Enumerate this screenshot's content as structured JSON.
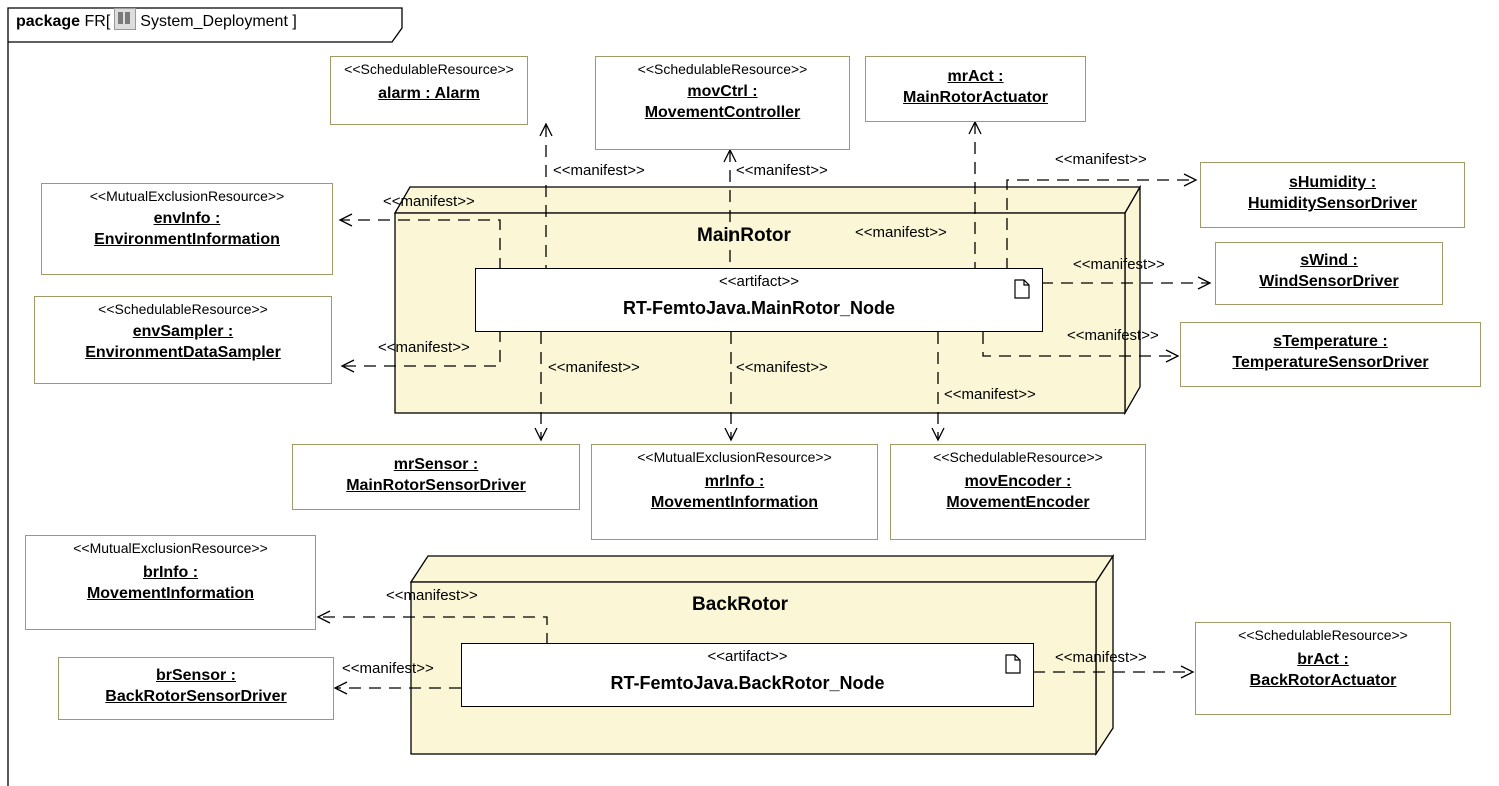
{
  "package": {
    "keyword": "package",
    "prefix": "FR[",
    "name": "System_Deployment ]",
    "icon": "deployment-diagram-icon"
  },
  "nodes": {
    "main": {
      "title": "MainRotor"
    },
    "back": {
      "title": "BackRotor"
    }
  },
  "artifacts": {
    "main": {
      "stereotype": "<<artifact>>",
      "name": "RT-FemtoJava.MainRotor_Node"
    },
    "back": {
      "stereotype": "<<artifact>>",
      "name": "RT-FemtoJava.BackRotor_Node"
    }
  },
  "instances": {
    "alarm": {
      "stereotype": "<<SchedulableResource>>",
      "line1": "alarm : Alarm",
      "line2": ""
    },
    "movCtrl": {
      "stereotype": "<<SchedulableResource>>",
      "line1": "movCtrl :",
      "line2": "MovementController"
    },
    "mrAct": {
      "stereotype": "",
      "line1": "mrAct :",
      "line2": "MainRotorActuator"
    },
    "envInfo": {
      "stereotype": "<<MutualExclusionResource>>",
      "line1": "envInfo :",
      "line2": "EnvironmentInformation"
    },
    "envSampler": {
      "stereotype": "<<SchedulableResource>>",
      "line1": "envSampler :",
      "line2": "EnvironmentDataSampler"
    },
    "sHumidity": {
      "stereotype": "",
      "line1": "sHumidity :",
      "line2": "HumiditySensorDriver"
    },
    "sWind": {
      "stereotype": "",
      "line1": "sWind :",
      "line2": "WindSensorDriver"
    },
    "sTemperature": {
      "stereotype": "",
      "line1": "sTemperature :",
      "line2": "TemperatureSensorDriver"
    },
    "mrSensor": {
      "stereotype": "",
      "line1": "mrSensor :",
      "line2": "MainRotorSensorDriver"
    },
    "mrInfo": {
      "stereotype": "<<MutualExclusionResource>>",
      "line1": "mrInfo :",
      "line2": "MovementInformation"
    },
    "movEncoder": {
      "stereotype": "<<SchedulableResource>>",
      "line1": "movEncoder :",
      "line2": "MovementEncoder"
    },
    "brInfo": {
      "stereotype": "<<MutualExclusionResource>>",
      "line1": "brInfo :",
      "line2": "MovementInformation"
    },
    "brSensor": {
      "stereotype": "",
      "line1": "brSensor :",
      "line2": "BackRotorSensorDriver"
    },
    "brAct": {
      "stereotype": "<<SchedulableResource>>",
      "line1": "brAct :",
      "line2": "BackRotorActuator"
    }
  },
  "relations": {
    "manifest": "<<manifest>>"
  },
  "colors": {
    "node_fill": "#fbf6d6",
    "box_border": "#a09a68",
    "line": "#000000"
  }
}
